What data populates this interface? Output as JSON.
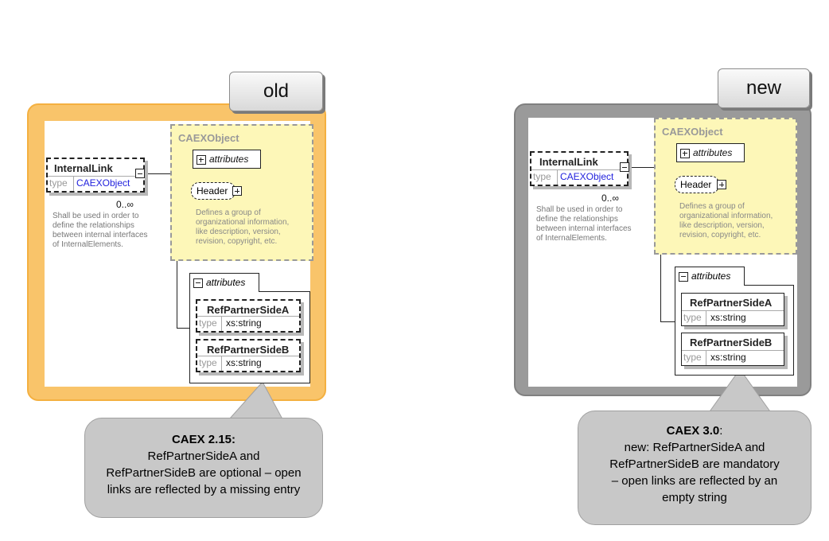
{
  "old": {
    "tag": "old",
    "element": {
      "name": "InternalLink",
      "type_label": "type",
      "type_value": "CAEXObject",
      "multiplicity": "0..∞",
      "description": "Shall be used in order to\ndefine the relationships\nbetween internal interfaces\nof InternalElements."
    },
    "caex_object": {
      "title": "CAEXObject",
      "attributes_label": "attributes",
      "header_label": "Header",
      "description": "Defines a group of\norganizational information,\nlike description, version,\nrevision, copyright, etc."
    },
    "attributes_group": {
      "label": "attributes",
      "items": [
        {
          "name": "RefPartnerSideA",
          "type_label": "type",
          "type_value": "xs:string"
        },
        {
          "name": "RefPartnerSideB",
          "type_label": "type",
          "type_value": "xs:string"
        }
      ]
    },
    "callout": {
      "heading": "CAEX 2.15:",
      "lines": [
        "RefPartnerSideA and",
        "RefPartnerSideB are optional – open",
        "links are reflected by a missing entry"
      ]
    }
  },
  "new": {
    "tag": "new",
    "element": {
      "name": "InternalLink",
      "type_label": "type",
      "type_value": "CAEXObject",
      "multiplicity": "0..∞",
      "description": "Shall be used in order to\ndefine the relationships\nbetween internal interfaces\nof InternalElements."
    },
    "caex_object": {
      "title": "CAEXObject",
      "attributes_label": "attributes",
      "header_label": "Header",
      "description": "Defines a group of\norganizational information,\nlike description, version,\nrevision, copyright, etc."
    },
    "attributes_group": {
      "label": "attributes",
      "items": [
        {
          "name": "RefPartnerSideA",
          "type_label": "type",
          "type_value": "xs:string"
        },
        {
          "name": "RefPartnerSideB",
          "type_label": "type",
          "type_value": "xs:string"
        }
      ]
    },
    "callout": {
      "heading": "CAEX 3.0",
      "heading_suffix": ":",
      "lines": [
        "new: RefPartnerSideA and",
        "RefPartnerSideB are mandatory",
        "– open links are reflected by an",
        "empty string"
      ]
    }
  },
  "colors": {
    "old_panel": "#f9c46a",
    "new_panel": "#9a9a9a",
    "caex_object_fill": "#fdf7b8",
    "callout_fill": "#c8c8c8",
    "type_link": "#2222dd"
  }
}
